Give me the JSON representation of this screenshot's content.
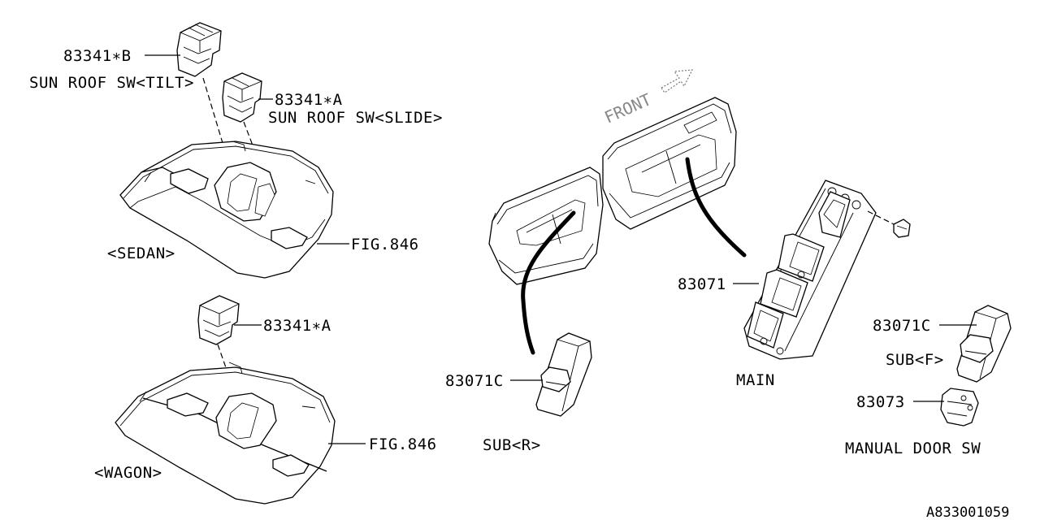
{
  "labels": {
    "sunroof_tilt_part": "83341∗B",
    "sunroof_tilt_name": "SUN ROOF SW<TILT>",
    "sunroof_slide_part": "83341∗A",
    "sunroof_slide_name": "SUN ROOF SW<SLIDE>",
    "sedan": "<SEDAN>",
    "fig_sedan": "FIG.846",
    "wagon_part": "83341∗A",
    "wagon": "<WAGON>",
    "fig_wagon": "FIG.846",
    "front": "FRONT",
    "main_part": "83071",
    "main_name": "MAIN",
    "sub_r_part": "83071C",
    "sub_r_name": "SUB<R>",
    "sub_f_part": "83071C",
    "sub_f_name": "SUB<F>",
    "manual_part": "83073",
    "manual_name": "MANUAL DOOR SW",
    "diagram_id": "A833001059"
  }
}
